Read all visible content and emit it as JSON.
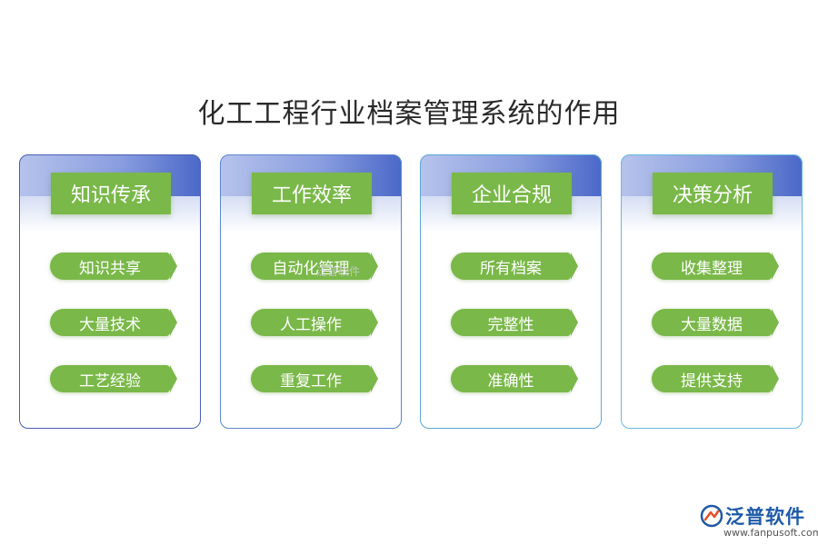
{
  "title": "化工工程行业档案管理系统的作用",
  "cards": [
    {
      "heading": "知识传承",
      "items": [
        "知识共享",
        "大量技术",
        "工艺经验"
      ]
    },
    {
      "heading": "工作效率",
      "items": [
        "自动化管理",
        "人工操作",
        "重复工作"
      ]
    },
    {
      "heading": "企业合规",
      "items": [
        "所有档案",
        "完整性",
        "准确性"
      ]
    },
    {
      "heading": "决策分析",
      "items": [
        "收集整理",
        "大量数据",
        "提供支持"
      ]
    }
  ],
  "watermark": "泛普软件",
  "logo": {
    "name": "泛普软件",
    "url": "www.fanpusoft.com"
  },
  "colors": {
    "green": "#7ab849",
    "band_blue": "#4a68c8",
    "title": "#2a2a2a",
    "logo_blue": "#1e5aa8"
  }
}
